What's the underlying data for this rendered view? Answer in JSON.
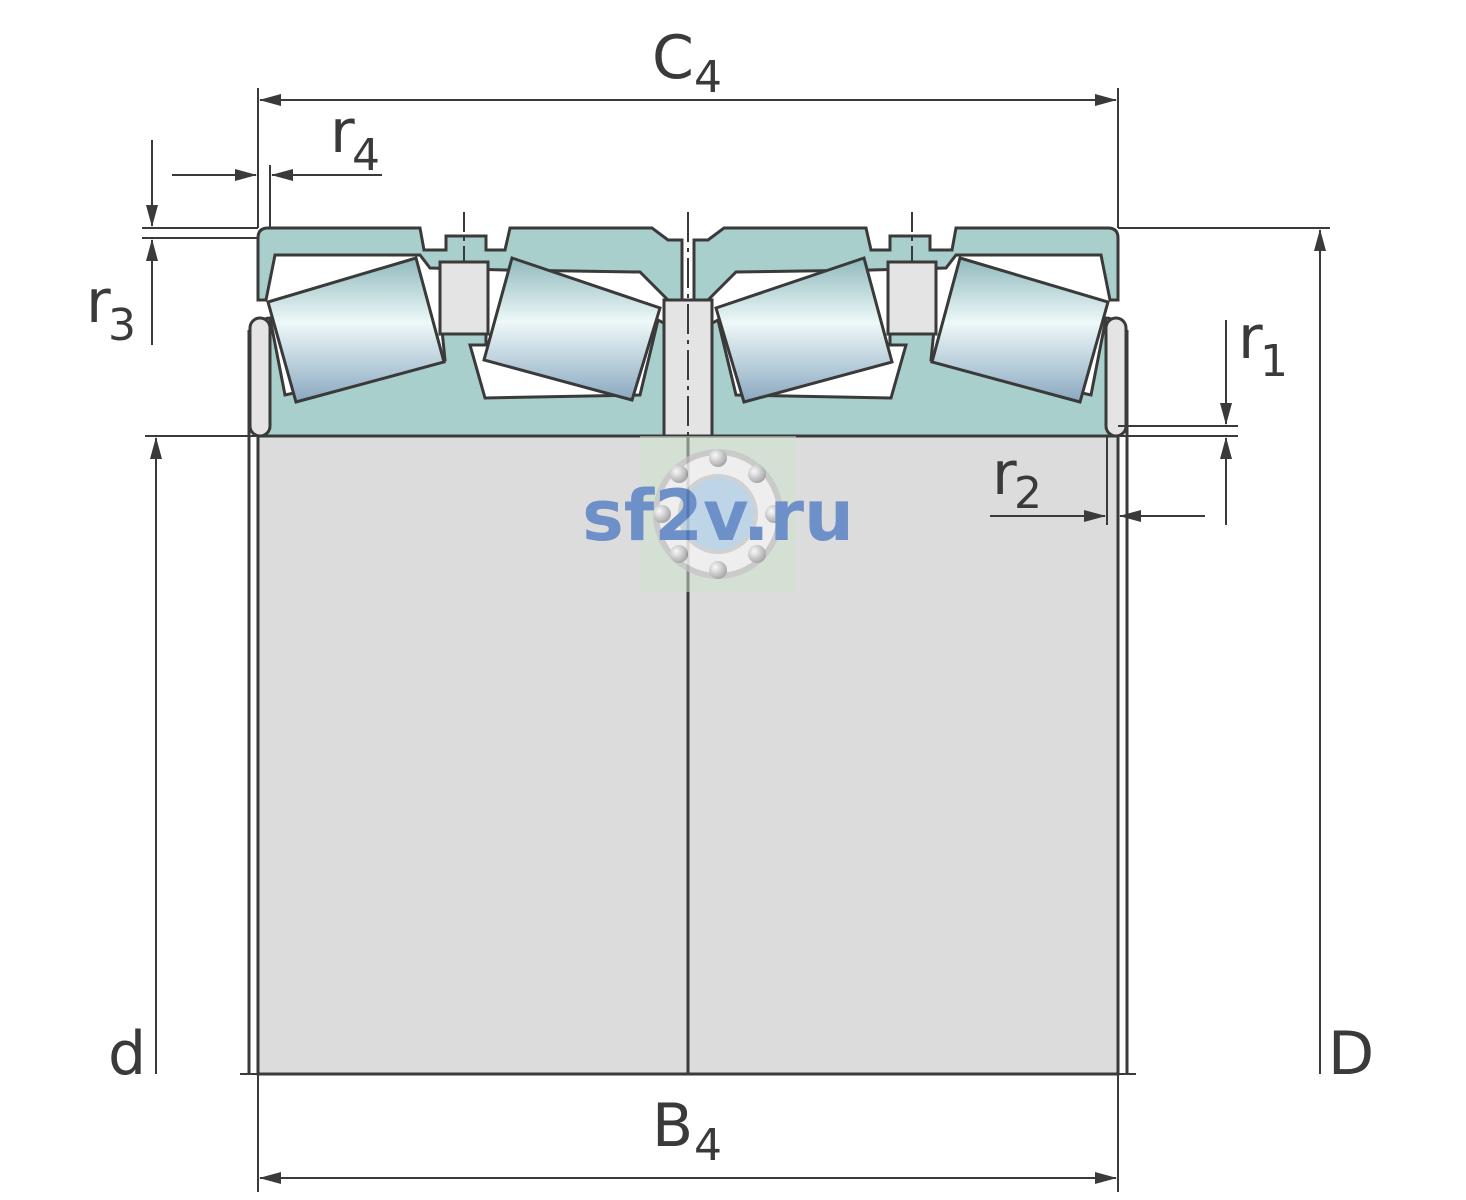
{
  "colors": {
    "outline": "#3a3a3a",
    "ring_teal": "#a9cfcc",
    "bore_gray": "#dcdcdc",
    "cage_gray": "#e4e4e4",
    "roller_dark": "#8fb9bd",
    "roller_light": "#eef8f8",
    "watermark": "#5b83c6",
    "watermark_bg": "#cfe3cc"
  },
  "dimensions": {
    "C4": {
      "main": "C",
      "sub": "4"
    },
    "B4": {
      "main": "B",
      "sub": "4"
    },
    "r1": {
      "main": "r",
      "sub": "1"
    },
    "r2": {
      "main": "r",
      "sub": "2"
    },
    "r3": {
      "main": "r",
      "sub": "3"
    },
    "r4": {
      "main": "r",
      "sub": "4"
    },
    "d": {
      "main": "d"
    },
    "D": {
      "main": "D"
    }
  },
  "watermark": {
    "text": "sf2v.ru",
    "icon": "ball-bearing-icon"
  }
}
